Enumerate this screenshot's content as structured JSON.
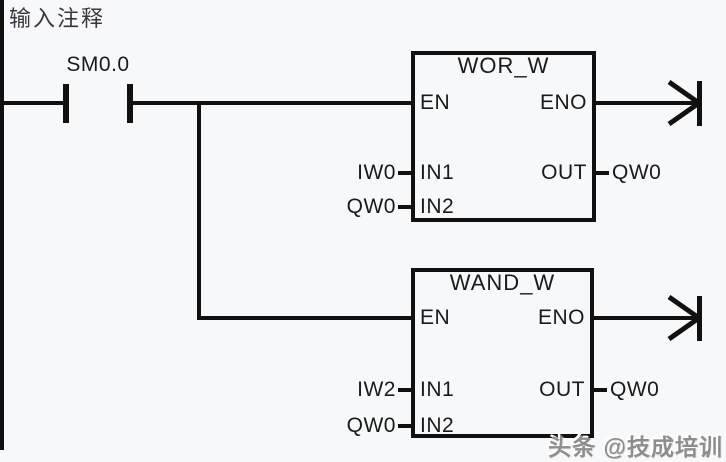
{
  "network": {
    "comment": "输入注释",
    "contact_label": "SM0.0"
  },
  "blocks": [
    {
      "title": "WOR_W",
      "pins": {
        "en": "EN",
        "eno": "ENO",
        "in1": "IN1",
        "in2": "IN2",
        "out": "OUT"
      },
      "operands": {
        "in1": "IW0",
        "in2": "QW0",
        "out": "QW0"
      }
    },
    {
      "title": "WAND_W",
      "pins": {
        "en": "EN",
        "eno": "ENO",
        "in1": "IN1",
        "in2": "IN2",
        "out": "OUT"
      },
      "operands": {
        "in1": "IW2",
        "in2": "QW0",
        "out": "QW0"
      }
    }
  ],
  "watermark": "头条 @技成培训",
  "colors": {
    "background": "#f7f8fa",
    "line": "#111111",
    "text": "#1a1a1a",
    "comment_text": "#3b3540",
    "watermark_text": "#8d8d8d"
  }
}
